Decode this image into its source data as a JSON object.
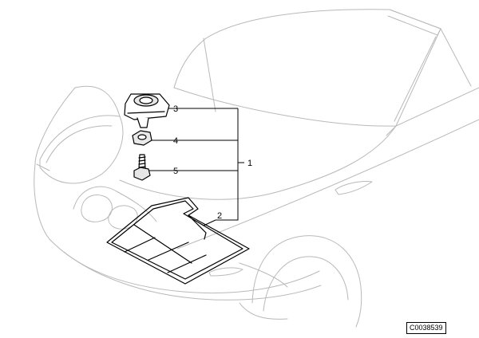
{
  "callouts": {
    "lock_module": "3",
    "nut": "4",
    "bolt": "5",
    "assembly": "1",
    "cable": "2"
  },
  "reference_code": "C0038539"
}
